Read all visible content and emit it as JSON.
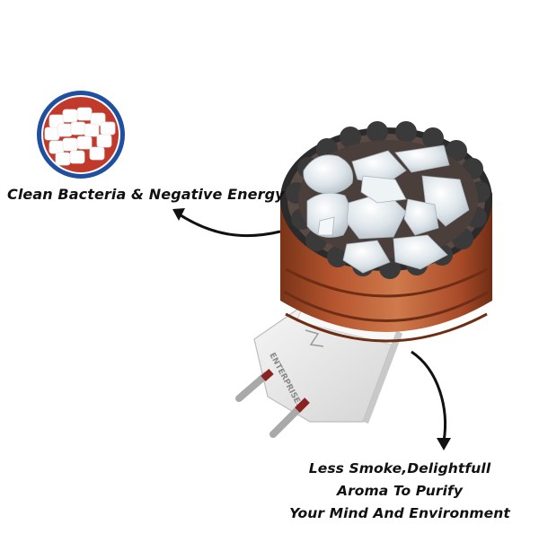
{
  "captions": {
    "top": "Clean Bacteria & Negative Energy",
    "bottom_lines": [
      "Less Smoke,Delightfull",
      "Aroma To Purify",
      "Your Mind And Environment"
    ]
  },
  "device": {
    "brand_text": "ENTERPRISES"
  },
  "colors": {
    "wood": "#b5552f",
    "wood_dark": "#7a3418",
    "badge_ring": "#1e4fa0",
    "badge_bg": "#c0392b",
    "plug_body": "#ececec",
    "pins": "#a9a9a9",
    "crystal": "#dde5ea"
  }
}
